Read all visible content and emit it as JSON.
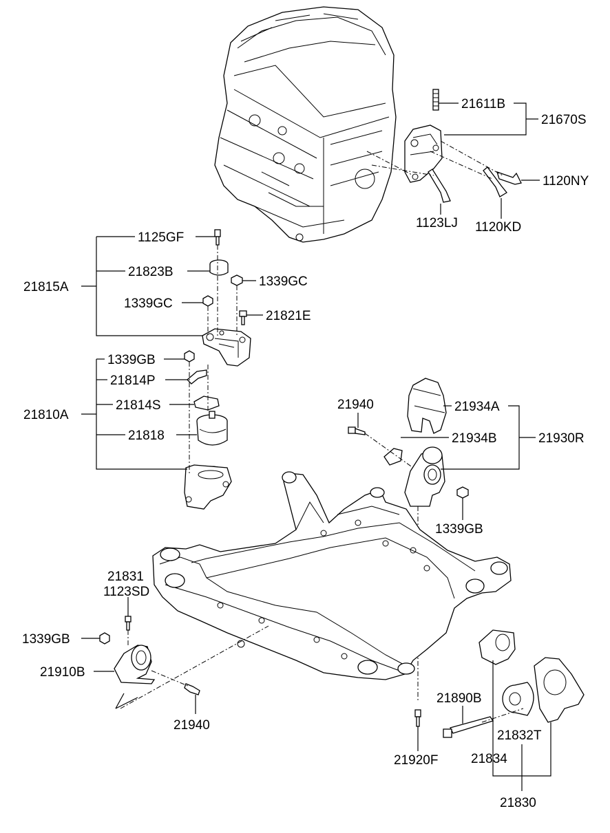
{
  "labels": {
    "p21611B": "21611B",
    "p21670S": "21670S",
    "p1120NY": "1120NY",
    "p1123LJ": "1123LJ",
    "p1120KD": "1120KD",
    "p1125GF": "1125GF",
    "p21823B": "21823B",
    "p1339GC_r": "1339GC",
    "p21815A": "21815A",
    "p1339GC_l": "1339GC",
    "p21821E": "21821E",
    "p1339GB_top": "1339GB",
    "p21814P": "21814P",
    "p21810A": "21810A",
    "p21814S": "21814S",
    "p21818": "21818",
    "p21940_top": "21940",
    "p21934A": "21934A",
    "p21934B": "21934B",
    "p21930R": "21930R",
    "p1339GB_mid": "1339GB",
    "p21831": "21831",
    "p1123SD": "1123SD",
    "p1339GB_left": "1339GB",
    "p21910B": "21910B",
    "p21940_bot": "21940",
    "p21890B": "21890B",
    "p21832T": "21832T",
    "p21834": "21834",
    "p21920F": "21920F",
    "p21830": "21830"
  }
}
